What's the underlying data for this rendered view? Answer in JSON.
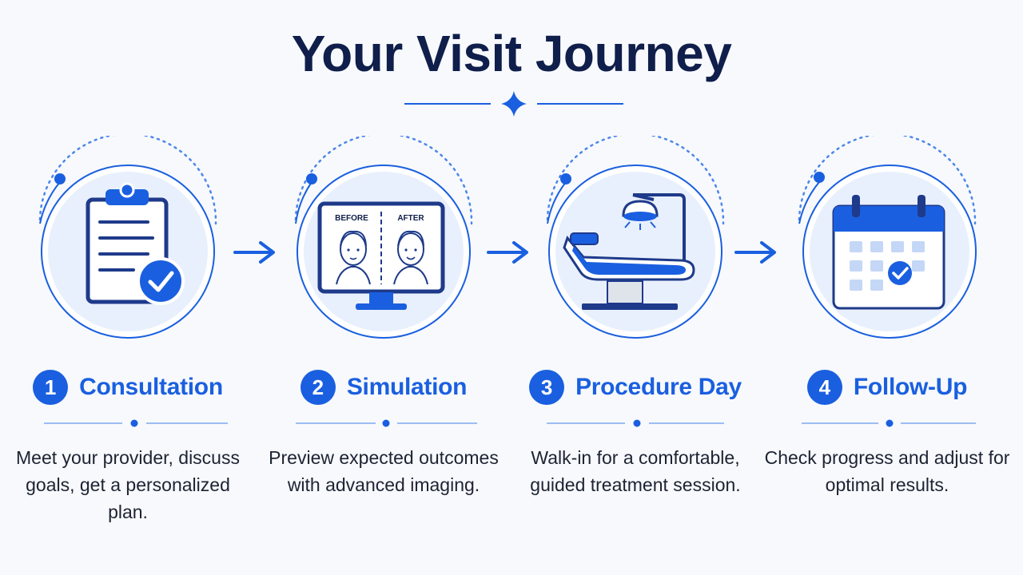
{
  "title": "Your Visit Journey",
  "colors": {
    "navy": "#0f1e4a",
    "accent": "#1a5fe0",
    "light": "#e9f0fd",
    "line": "#9dbcf2"
  },
  "steps": [
    {
      "number": "1",
      "title": "Consultation",
      "description": "Meet your provider, discuss goals, get a personalized plan.",
      "icon": "clipboard-check-icon"
    },
    {
      "number": "2",
      "title": "Simulation",
      "description": "Preview expected outcomes with advanced imaging.",
      "icon": "before-after-monitor-icon",
      "before_label": "BEFORE",
      "after_label": "AFTER"
    },
    {
      "number": "3",
      "title": "Procedure Day",
      "description": "Walk-in for a comfortable, guided treatment session.",
      "icon": "treatment-chair-icon"
    },
    {
      "number": "4",
      "title": "Follow-Up",
      "description": "Check progress and adjust for optimal results.",
      "icon": "calendar-check-icon"
    }
  ]
}
